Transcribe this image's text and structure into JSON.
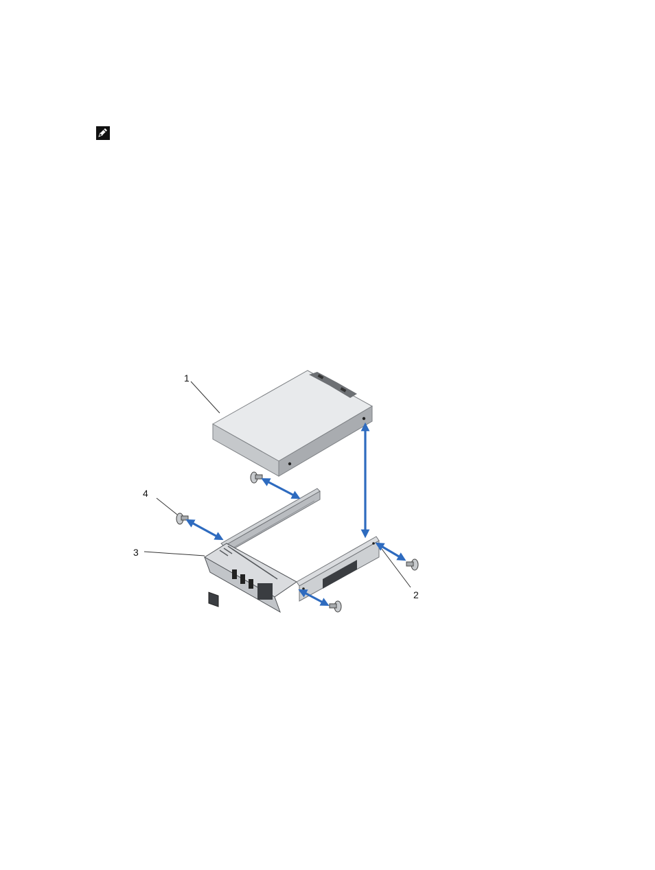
{
  "note": {
    "icon": "note-pencil-icon"
  },
  "figure": {
    "callouts": [
      {
        "number": "1",
        "refers_to": "hard-drive"
      },
      {
        "number": "2",
        "refers_to": "screw-hole-bracket-right"
      },
      {
        "number": "3",
        "refers_to": "drive-carrier"
      },
      {
        "number": "4",
        "refers_to": "screw"
      }
    ],
    "colors": {
      "arrow": "#2e6bbf",
      "drive_top": "#e6e8ea",
      "drive_side": "#b7babd",
      "metal": "#d3d5d8",
      "dark": "#2b2b2b"
    }
  }
}
